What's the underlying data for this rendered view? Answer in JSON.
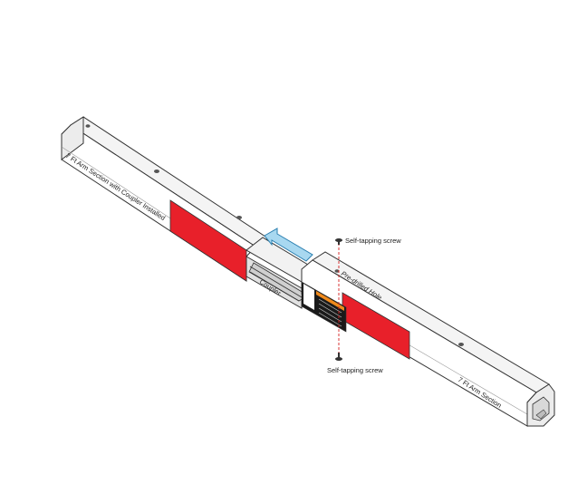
{
  "labels": {
    "left_section": "7 Ft Arm Section with Coupler Installed",
    "right_section": "7 Ft Arm Section",
    "coupler": "Coupler",
    "pre_drilled_hole": "Pre-drilled Hole",
    "screw_top": "Self-tapping screw",
    "screw_bottom": "Self-tapping screw"
  },
  "colors": {
    "red_band": "#e8202a",
    "arrow": "#a8d8f0",
    "arrow_stroke": "#2a7fb0",
    "outline": "#333333",
    "dashed_line": "#d62020"
  }
}
